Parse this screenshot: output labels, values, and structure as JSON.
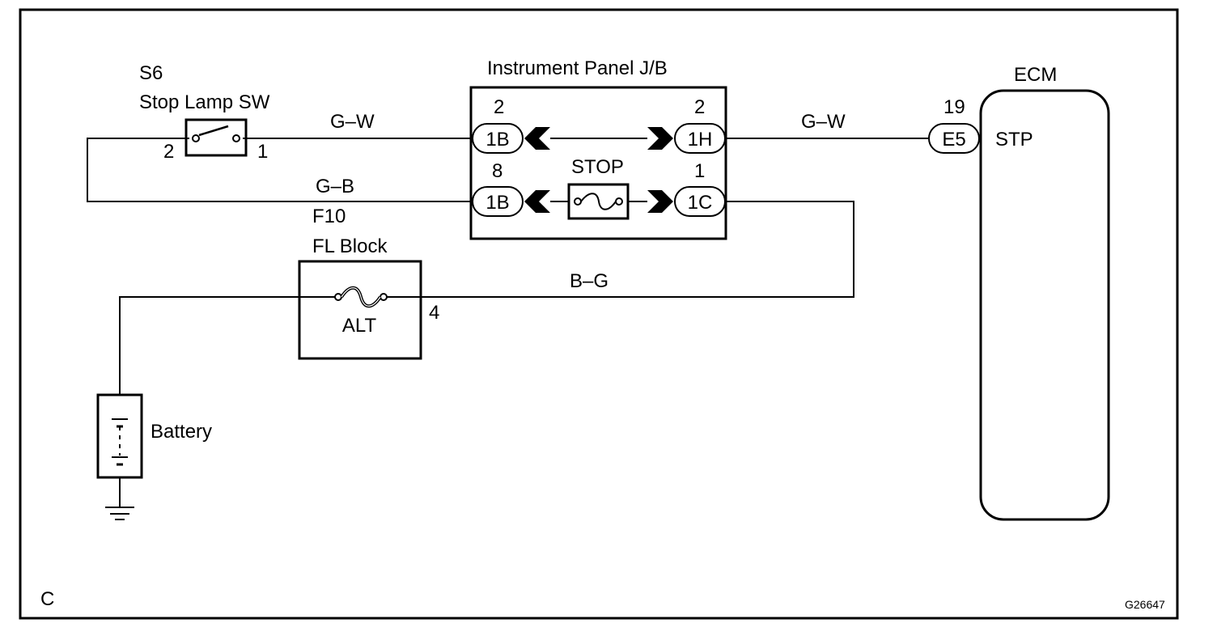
{
  "frame_letter": "C",
  "figure_code": "G26647",
  "stop_lamp_switch": {
    "code": "S6",
    "name": "Stop Lamp SW",
    "pin_left": "2",
    "pin_right": "1"
  },
  "instrument_panel_jb": {
    "title": "Instrument Panel J/B",
    "fuse_label": "STOP",
    "connectors": [
      {
        "pin": "2",
        "label": "1B"
      },
      {
        "pin": "2",
        "label": "1H"
      },
      {
        "pin": "8",
        "label": "1B"
      },
      {
        "pin": "1",
        "label": "1C"
      }
    ]
  },
  "fl_block": {
    "code": "F10",
    "name": "FL Block",
    "fuse_label": "ALT",
    "pin": "4"
  },
  "ecm": {
    "title": "ECM",
    "connector_pin": "19",
    "connector_label": "E5",
    "terminal": "STP"
  },
  "battery": {
    "label": "Battery"
  },
  "wires": {
    "switch_to_jb": "G–W",
    "jb_to_ecm": "G–W",
    "ground_loop": "G–B",
    "fl_to_jb": "B–G"
  }
}
